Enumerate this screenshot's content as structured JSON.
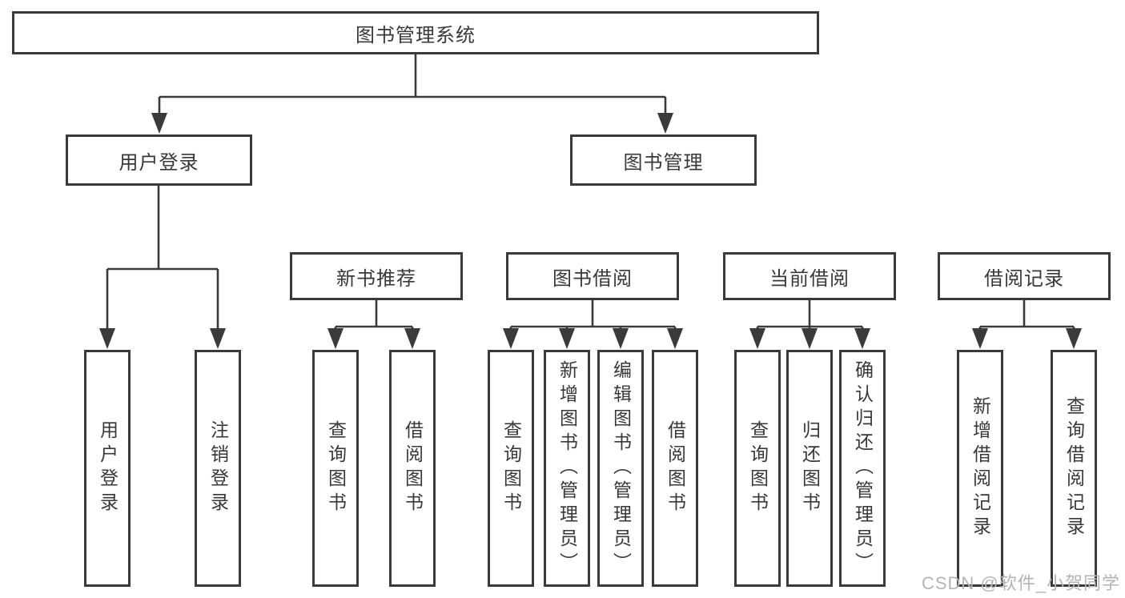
{
  "colors": {
    "line": "#3a3a3a",
    "text": "#383838",
    "watermark": "#b4b4b4",
    "background": "#ffffff"
  },
  "watermark": {
    "text": "CSDN @软件_小贺同学"
  },
  "tree": {
    "label": "图书管理系统",
    "children": [
      {
        "label": "用户登录",
        "children": [
          {
            "label": "用户登录"
          },
          {
            "label": "注销登录"
          }
        ]
      },
      {
        "label": "图书管理",
        "children": [
          {
            "label": "新书推荐",
            "children": [
              {
                "label": "查询图书"
              },
              {
                "label": "借阅图书"
              }
            ]
          },
          {
            "label": "图书借阅",
            "children": [
              {
                "label": "查询图书"
              },
              {
                "label": "新增图书（管理员）"
              },
              {
                "label": "编辑图书（管理员）"
              },
              {
                "label": "借阅图书"
              }
            ]
          },
          {
            "label": "当前借阅",
            "children": [
              {
                "label": "查询图书"
              },
              {
                "label": "归还图书"
              },
              {
                "label": "确认归还（管理员）"
              }
            ]
          },
          {
            "label": "借阅记录",
            "children": [
              {
                "label": "新增借阅记录"
              },
              {
                "label": "查询借阅记录"
              }
            ]
          }
        ]
      }
    ]
  }
}
